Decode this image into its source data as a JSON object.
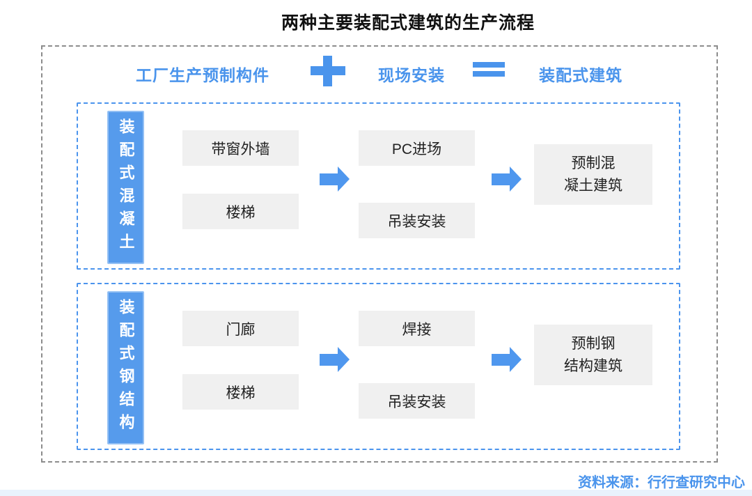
{
  "title": "两种主要装配式建筑的生产流程",
  "equation": {
    "factory_label": "工厂生产预制构件",
    "plus_icon": "plus",
    "site_label": "现场安装",
    "equals_icon": "equals",
    "result_label": "装配式建筑"
  },
  "sections": [
    {
      "label": "装配式混凝土",
      "components": [
        "带窗外墙",
        "楼梯"
      ],
      "site_steps": [
        "PC进场",
        "吊装安装"
      ],
      "result": "预制混\n凝土建筑"
    },
    {
      "label": "装配式钢结构",
      "components": [
        "门廊",
        "楼梯"
      ],
      "site_steps": [
        "焊接",
        "吊装安装"
      ],
      "result": "预制钢\n结构建筑"
    }
  ],
  "source": "资料来源：行行查研究中心",
  "colors": {
    "accent_blue": "#4a94ec",
    "label_fill": "#569bec",
    "box_gray": "#f0f0f0",
    "outer_border_gray": "#8c8c8c",
    "bottom_strip": "#e9f2fc"
  }
}
